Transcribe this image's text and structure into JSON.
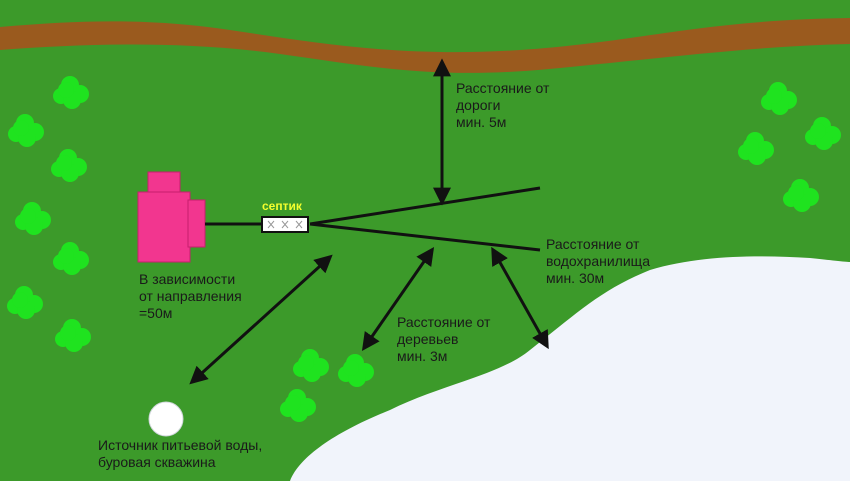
{
  "colors": {
    "grass": "#3c9a2a",
    "road": "#9a5a1e",
    "water": "#f1f4fb",
    "house": "#f2368f",
    "tree": "#1fe31f",
    "arrow": "#111111",
    "septic_label": "#f3ff2e"
  },
  "labels": {
    "septic": "септик",
    "house": [
      "В  зависимости",
      "от направления",
      "=50м"
    ],
    "road": [
      "Расстояние от",
      "дороги",
      "мин. 5м"
    ],
    "reservoir": [
      "Расстояние от",
      "водохранилища",
      "мин. 30м"
    ],
    "trees": [
      "Расстояние от",
      "деревьев",
      "мин. 3м"
    ],
    "well": [
      "Источник питьевой воды,",
      "буровая скважина"
    ]
  }
}
